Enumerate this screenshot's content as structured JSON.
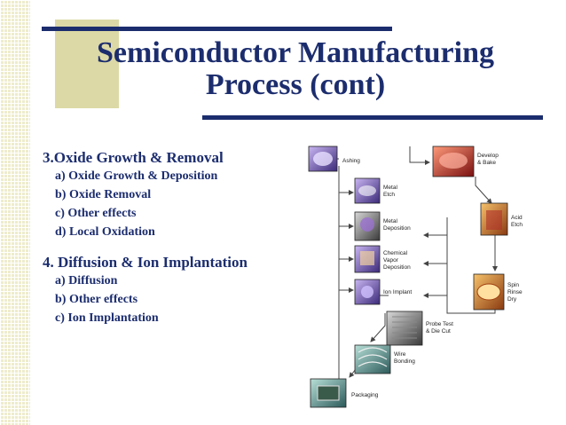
{
  "slide": {
    "title_line1": "Semiconductor Manufacturing",
    "title_line2": "Process (cont)"
  },
  "sections": [
    {
      "heading": "3.Oxide Growth & Removal",
      "items": [
        "a) Oxide Growth & Deposition",
        "b) Oxide Removal",
        "c) Other effects",
        "d) Local Oxidation"
      ]
    },
    {
      "heading": "4. Diffusion & Ion Implantation",
      "items": [
        "a) Diffusion",
        "b) Other effects",
        "c) Ion Implantation"
      ]
    }
  ],
  "diagram": {
    "steps": {
      "ashing": "Ashing",
      "develop_bake_1": "Develop",
      "develop_bake_2": "& Bake",
      "metal_etch_1": "Metal",
      "metal_etch_2": "Etch",
      "metal_dep_1": "Metal",
      "metal_dep_2": "Deposition",
      "acid_etch_1": "Acid",
      "acid_etch_2": "Etch",
      "cvd_1": "Chemical",
      "cvd_2": "Vapor",
      "cvd_3": "Deposition",
      "ion_implant": "Ion Implant",
      "spin_1": "Spin",
      "spin_2": "Rinse",
      "spin_3": "Dry",
      "probe_1": "Probe Test",
      "probe_2": "& Die Cut",
      "wire_1": "Wire",
      "wire_2": "Bonding",
      "packaging": "Packaging"
    }
  },
  "colors": {
    "title": "#1c2d6e",
    "accent_block": "#dcd9a6",
    "rule": "#1c2d6e"
  }
}
